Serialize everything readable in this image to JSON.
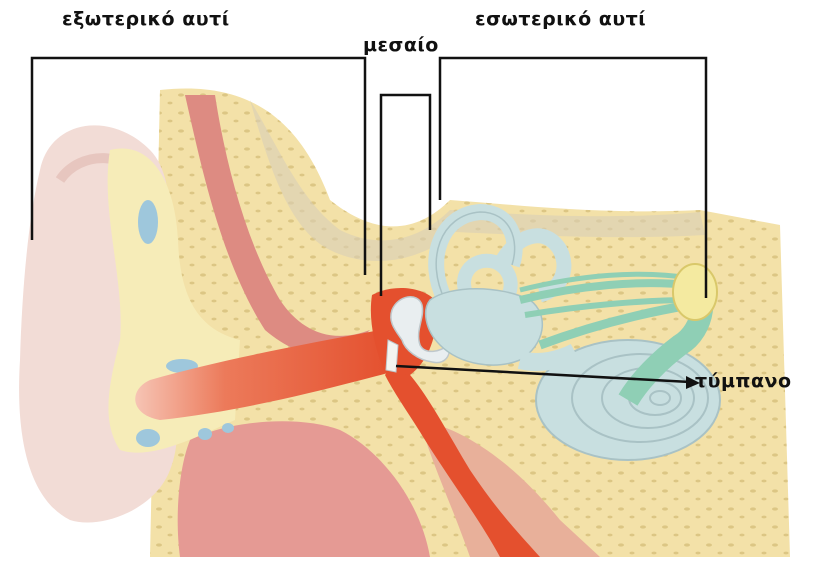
{
  "labels": {
    "outer_ear": "εξωτερικό αυτί",
    "middle_ear": "μεσαίο",
    "inner_ear": "εσωτερικό αυτί",
    "eardrum": "τύμπανο"
  },
  "colors": {
    "bone": "#f3e1a8",
    "bone_dots": "#d9c380",
    "skin": "#f2dcd6",
    "canal": "#e8583a",
    "cartilage": "#f6ecb8",
    "cartilage_spots": "#9ec7dc",
    "muscle": "#dd8b82",
    "inner_ear": "#c8dfe0",
    "nerve": "#8fcfb5",
    "oval_window": "#f4eaa0",
    "line": "#111111"
  }
}
